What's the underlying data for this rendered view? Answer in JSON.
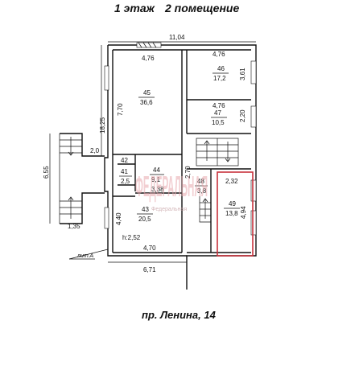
{
  "header": {
    "floor": "1 этаж",
    "premise": "2 помещение"
  },
  "footer": {
    "address": "пр. Ленина, 14"
  },
  "dimensions": {
    "top_width": "11,04",
    "bottom_width": "6,71",
    "left_height": "18,25",
    "stair_width": "6,55",
    "stair_depth": "1,35",
    "corridor_width": "2,0",
    "room45_width": "4,76",
    "room45_height": "7,70",
    "room46_width": "4,76",
    "room46_height": "3,61",
    "room47_width": "4,76",
    "room47_height": "2,20",
    "room44_height": "2,70",
    "room44_width": "3,38",
    "room43_height": "4,40",
    "room43_width": "4,70",
    "room49_width": "2,32",
    "room49_height": "4,94",
    "ceiling": "h:2,52",
    "mark": "лит.А"
  },
  "rooms": [
    {
      "num": "45",
      "area": "36,6"
    },
    {
      "num": "46",
      "area": "17,2"
    },
    {
      "num": "47",
      "area": "10,5"
    },
    {
      "num": "42",
      "area": ""
    },
    {
      "num": "41",
      "area": "2,5"
    },
    {
      "num": "44",
      "area": "9,1"
    },
    {
      "num": "43",
      "area": "20,5"
    },
    {
      "num": "48",
      "area": "3,8"
    },
    {
      "num": "49",
      "area": "13,8"
    }
  ],
  "watermark": {
    "logo": "ФЕДЕРАЛЬНАЯ",
    "sub": "Федеральная"
  },
  "colors": {
    "highlight": "#c8323c",
    "watermark": "#e8a8ae"
  }
}
